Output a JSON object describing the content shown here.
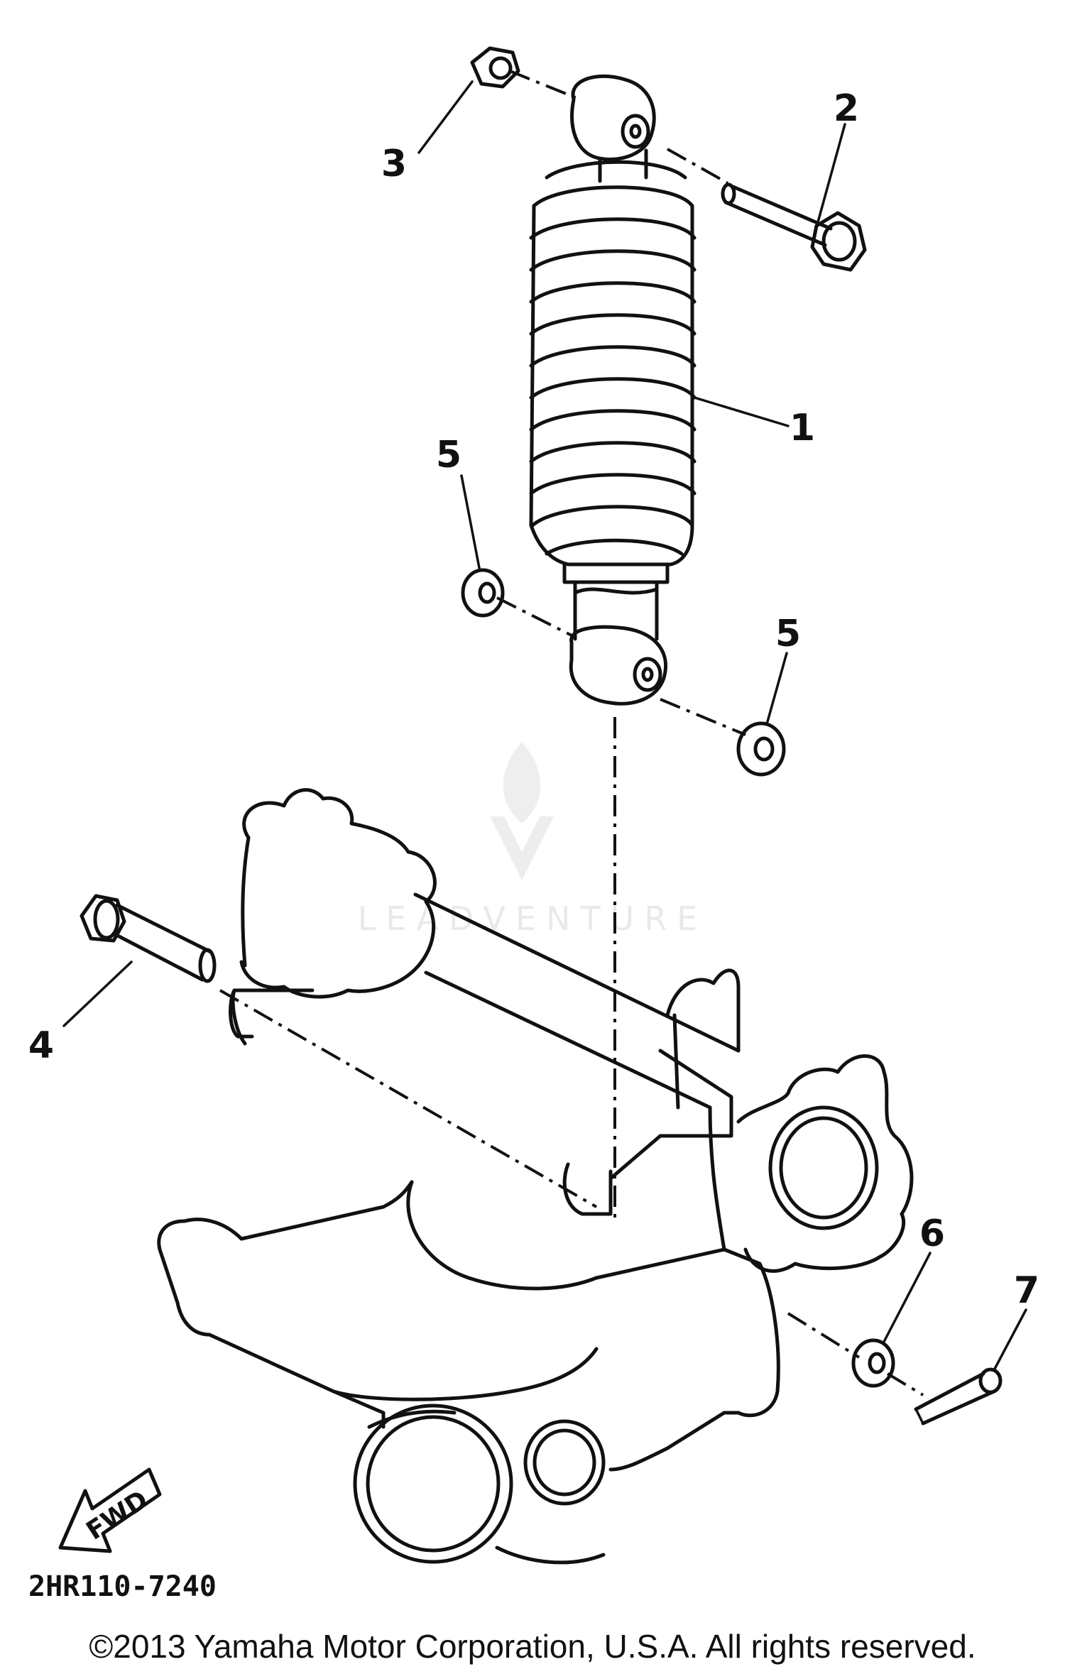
{
  "callouts": {
    "c1": "1",
    "c2": "2",
    "c3": "3",
    "c4": "4",
    "c5a": "5",
    "c5b": "5",
    "c6": "6",
    "c7": "7"
  },
  "fwd_label": "FWD",
  "part_number": "2HR110-7240",
  "watermark": "LEADVENTURE",
  "copyright": "©2013 Yamaha Motor Corporation, U.S.A. All rights reserved."
}
